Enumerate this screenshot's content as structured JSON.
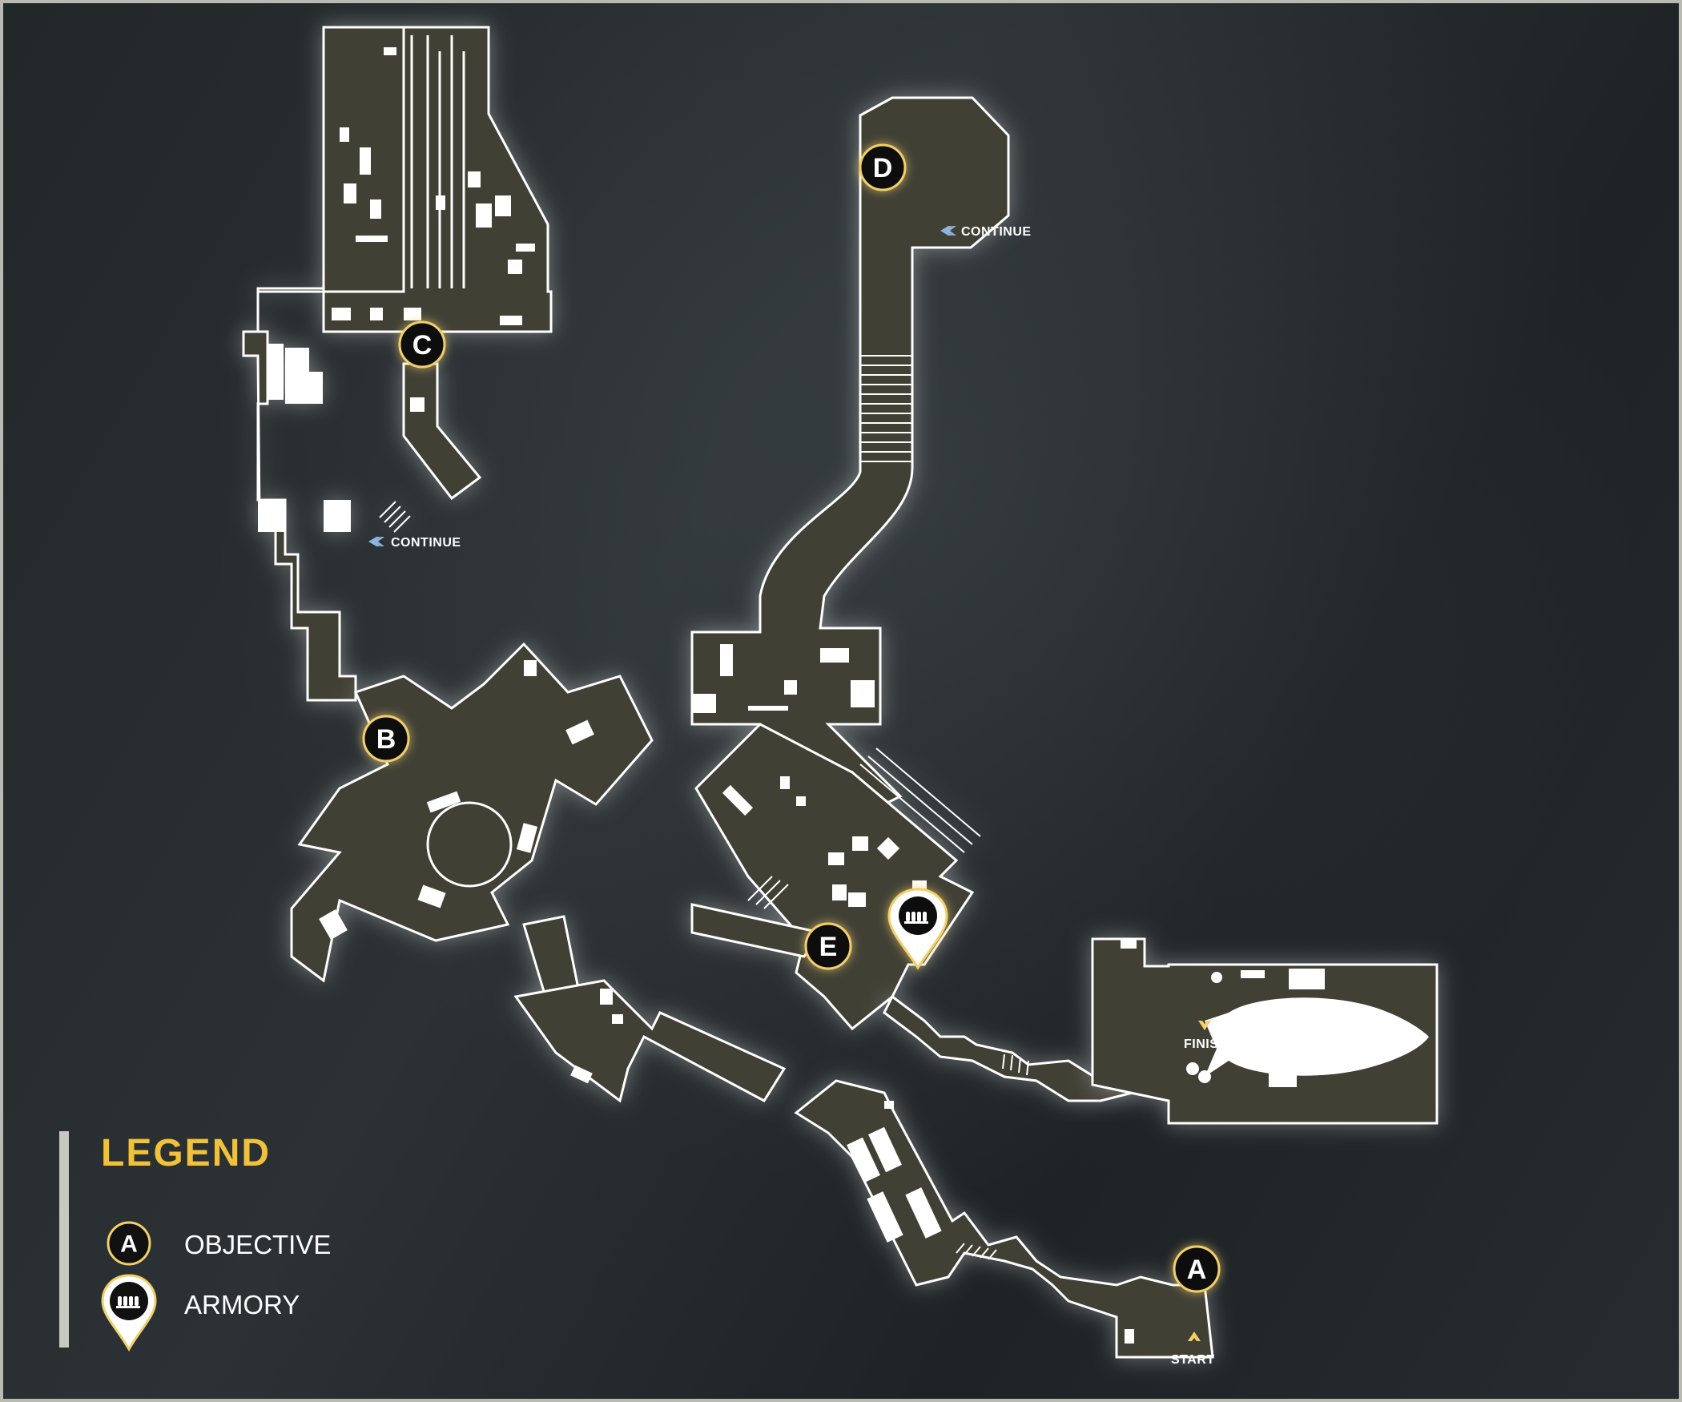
{
  "map": {
    "objectives": [
      {
        "letter": "A"
      },
      {
        "letter": "B"
      },
      {
        "letter": "C"
      },
      {
        "letter": "D"
      },
      {
        "letter": "E"
      }
    ],
    "labels": {
      "start": "START",
      "finish": "FINISH",
      "continue_1": "CONTINUE",
      "continue_2": "CONTINUE"
    },
    "armory_icon": "armory-bullets-icon"
  },
  "legend": {
    "title": "LEGEND",
    "items": [
      {
        "icon": "objective-marker-icon",
        "sample_letter": "A",
        "label": "OBJECTIVE"
      },
      {
        "icon": "armory-marker-icon",
        "label": "ARMORY"
      }
    ]
  },
  "colors": {
    "legend_title": "#f0c23c",
    "marker_ring": "#f2cf6a",
    "continue_arrow": "#8fb4e0",
    "floor": "#3f4036",
    "background": "#252a2d"
  }
}
